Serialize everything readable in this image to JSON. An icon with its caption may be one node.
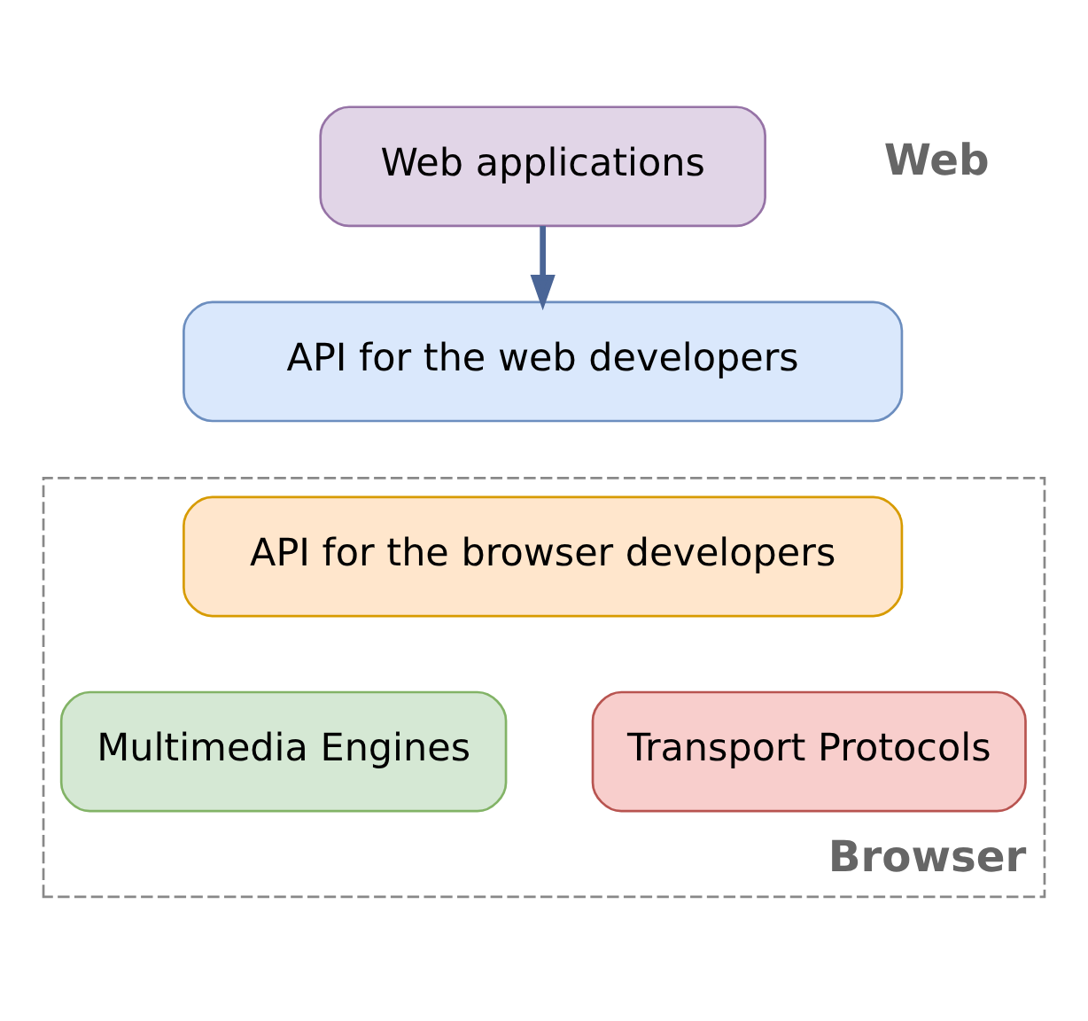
{
  "diagram": {
    "nodes": [
      {
        "text": [
          "Web applications"
        ]
      },
      {
        "text": [
          "API for the web developers"
        ]
      },
      {
        "text": [
          "Browser"
        ]
      },
      {
        "text": [
          "API for the browser developers"
        ],
        "in": 2
      },
      {
        "text": [
          "Multimedia Engines"
        ],
        "in": 2
      },
      {
        "text": [
          "Transport Protocols"
        ],
        "in": 2
      }
    ],
    "edges": [
      {
        "from": 0,
        "to": 1,
        "arrow": "to"
      }
    ],
    "labels": [
      "Web"
    ]
  }
}
